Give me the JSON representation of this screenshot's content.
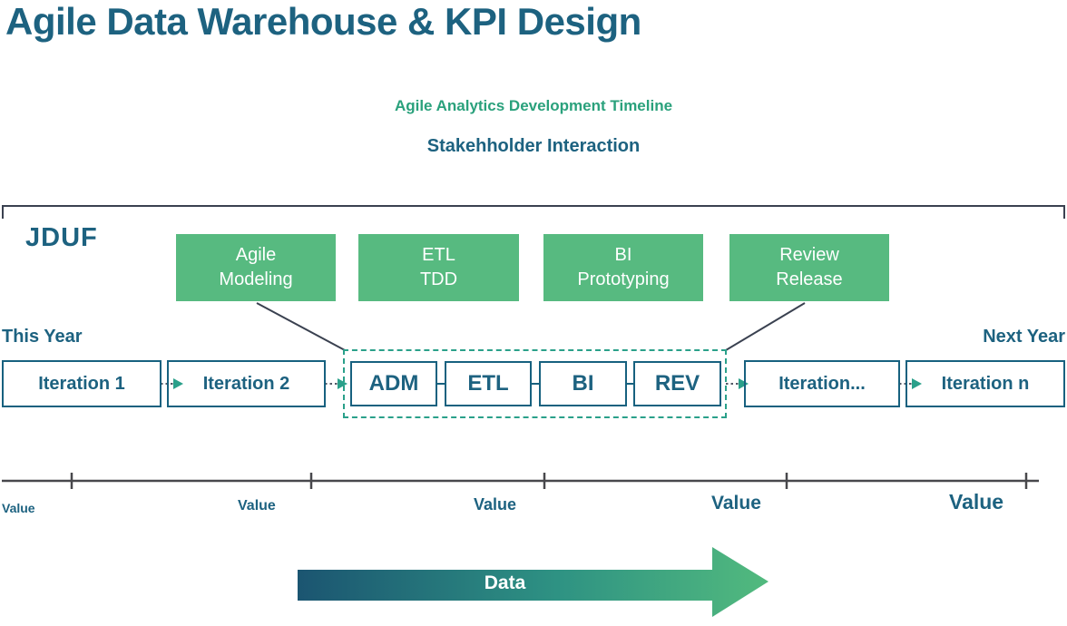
{
  "colors": {
    "deep_blue": "#1d6280",
    "border_blue": "#17617f",
    "teal": "#2aa08a",
    "green_fill": "#57ba80",
    "green_text": "#2aa17c",
    "line_dark": "#3a4150",
    "axis_gray": "#48484c",
    "arrow_grad_start": "#1b5571",
    "arrow_grad_mid": "#2e9283",
    "arrow_grad_end": "#52ba7e"
  },
  "header": {
    "title": "Agile Data Warehouse & KPI Design",
    "timeline_subtitle": "Agile Analytics Development Timeline",
    "interaction_subtitle": "Stakehholder Interaction"
  },
  "jduf": {
    "label": "JDUF",
    "phases": [
      {
        "label": "Agile\nModeling"
      },
      {
        "label": "ETL\nTDD"
      },
      {
        "label": "BI\nPrototyping"
      },
      {
        "label": "Review\nRelease"
      }
    ]
  },
  "timeline": {
    "this_year": "This Year",
    "next_year": "Next Year",
    "iteration_1": "Iteration 1",
    "iteration_2": "Iteration 2",
    "steps": [
      {
        "label": "ADM"
      },
      {
        "label": "ETL"
      },
      {
        "label": "BI"
      },
      {
        "label": "REV"
      }
    ],
    "iteration_more": "Iteration...",
    "iteration_n": "Iteration n"
  },
  "value_axis": {
    "labels": [
      "Value",
      "Value",
      "Value",
      "Value",
      "Value"
    ]
  },
  "data_arrow": {
    "label": "Data"
  }
}
